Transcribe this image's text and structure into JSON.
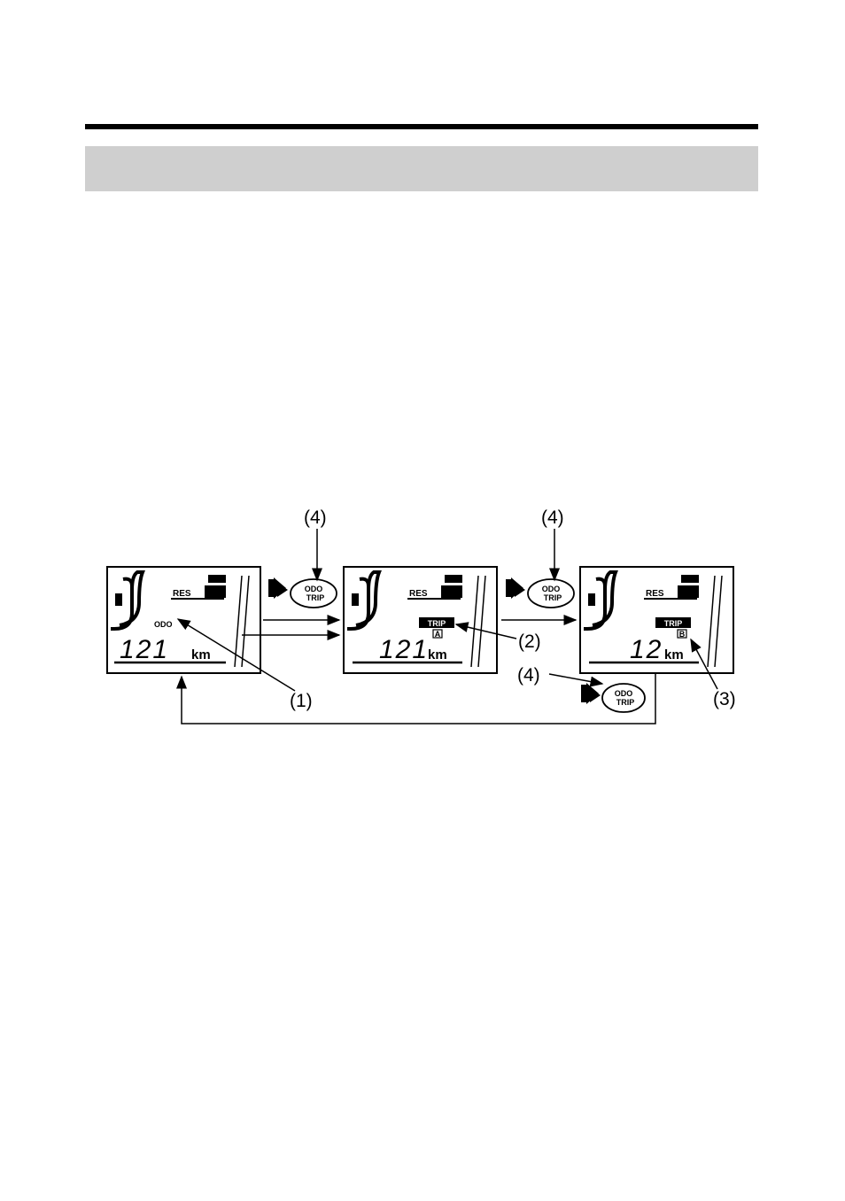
{
  "header": {
    "band_text": ""
  },
  "diagram": {
    "callouts": [
      "(1)",
      "(2)",
      "(3)",
      "(4)"
    ],
    "button": {
      "line1": "ODO",
      "line2": "TRIP"
    },
    "displays": [
      {
        "mode": "ODO",
        "digits": "121",
        "unit": "km",
        "res": "RES",
        "sub": ""
      },
      {
        "mode": "TRIP",
        "digits": "121",
        "unit": "km",
        "res": "RES",
        "sub": "A"
      },
      {
        "mode": "TRIP",
        "digits": "12",
        "unit": "km",
        "res": "RES",
        "sub": "B"
      }
    ]
  }
}
